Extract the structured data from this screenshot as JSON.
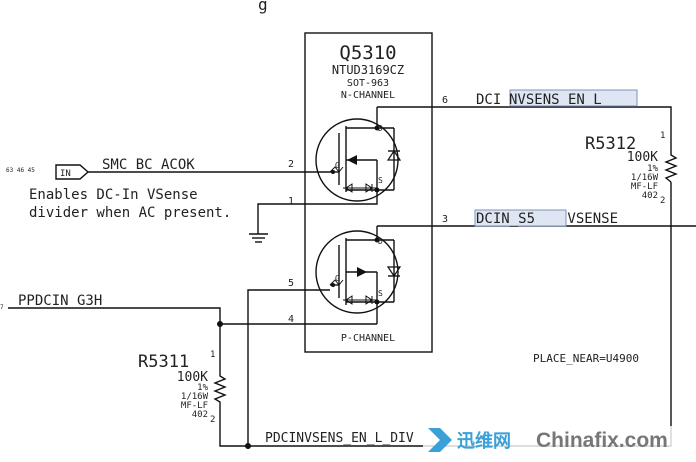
{
  "ic": {
    "refdes": "Q5310",
    "part": "NTUD3169CZ",
    "package": "SOT-963",
    "nchannel": "N-CHANNEL",
    "pchannel": "P-CHANNEL",
    "pins": [
      "1",
      "2",
      "3",
      "4",
      "5",
      "6"
    ]
  },
  "mosfet_labels": {
    "drain": "D",
    "gate": "G",
    "source": "S"
  },
  "nets": {
    "dcin_vsens_en_l_prefix": "DCI",
    "dcin_vsens_en_l_highlight": "NVSENS_EN_L",
    "dcin_s5_vsense_highlight": "DCIN_S5",
    "dcin_s5_vsense_suffix": " VSENSE",
    "smc_bc_acok": "SMC_BC_ACOK",
    "ppdcin_g3h": "PPDCIN_G3H",
    "pdcinvsens_en_l_div": "PDCINVSENS_EN_L_DIV"
  },
  "port": {
    "label": "IN",
    "refs": "63 46 45",
    "left_ref": "7"
  },
  "comment": [
    "Enables DC-In VSense",
    "divider when AC present."
  ],
  "r5312": {
    "refdes": "R5312",
    "pin1": "1",
    "pin2": "2",
    "value": "100K",
    "tol": "1%",
    "power": "1/16W",
    "type": "MF-LF",
    "size": "402"
  },
  "r5311": {
    "refdes": "R5311",
    "pin1": "1",
    "pin2": "2",
    "value": "100K",
    "tol": "1%",
    "power": "1/16W",
    "type": "MF-LF",
    "size": "402"
  },
  "place_near": "PLACE_NEAR=U4900",
  "watermark": {
    "cn": "迅维网",
    "en": "Chinafix.com"
  },
  "top_fragment": "g"
}
